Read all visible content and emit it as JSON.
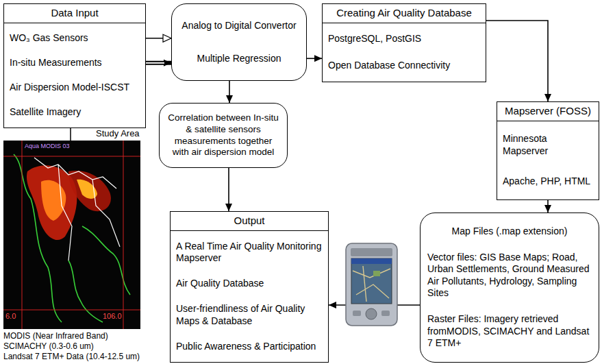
{
  "diagram": {
    "nodes": [
      {
        "text": [
          "Data Input",
          "WO₃ Gas Sensors",
          "In-situ Measurements",
          "Air Dispersion Model-ISCST",
          "Satellite Imagery"
        ]
      },
      {
        "text": [
          "Analog to Digital Convertor",
          "Multiple Regression"
        ]
      },
      {
        "text": [
          "Creating Air Quality Database",
          "PostgreSQL, PostGIS",
          "Open Database Connectivity"
        ]
      },
      {
        "text": [
          "Correlation between In-situ & satellite sensors measurements together with air dispersion model"
        ]
      },
      {
        "text": [
          "Mapserver (FOSS)",
          "Minnesota Mapserver",
          "Apache, PHP, HTML"
        ]
      },
      {
        "text": [
          "Output",
          "A Real Time Air Quality Monitoring Mapserver",
          "Air Quality Database",
          "User-friendliness of Air Quality Maps & Database",
          "Public Awareness & Participation"
        ]
      },
      {
        "text": [
          "Map Files (.map extension)",
          "Vector files: GIS Base Maps; Road, Urban Settlements, Ground Measured Air Pollutants, Hydrology, Sampling Sites",
          "Raster Files: Imagery retrieved fromMODIS, SCIMACHY and Landsat 7 ETM+"
        ]
      }
    ],
    "edges": [
      {
        "from": 0,
        "to": 1,
        "arrow": "to"
      },
      {
        "from": 0,
        "to": 1,
        "arrow": "to"
      },
      {
        "from": 1,
        "to": 2,
        "arrow": "to"
      },
      {
        "from": 1,
        "to": 3,
        "arrow": "to"
      },
      {
        "from": 2,
        "to": 4,
        "arrow": "to"
      },
      {
        "from": 4,
        "to": 6,
        "arrow": "to"
      },
      {
        "from": 6,
        "to": 5,
        "arrow": "to"
      },
      {
        "from": 3,
        "to": 5,
        "arrow": "to"
      }
    ],
    "labels": [
      "Study Area",
      "Aqua MODIS 03",
      "6.0",
      "106.0",
      "MODIS (Near Infrared Band)",
      "SCIMACHY (0.3-0.6 um)",
      "Landsat 7 ETM+ Data (10.4-12.5 um)"
    ]
  }
}
